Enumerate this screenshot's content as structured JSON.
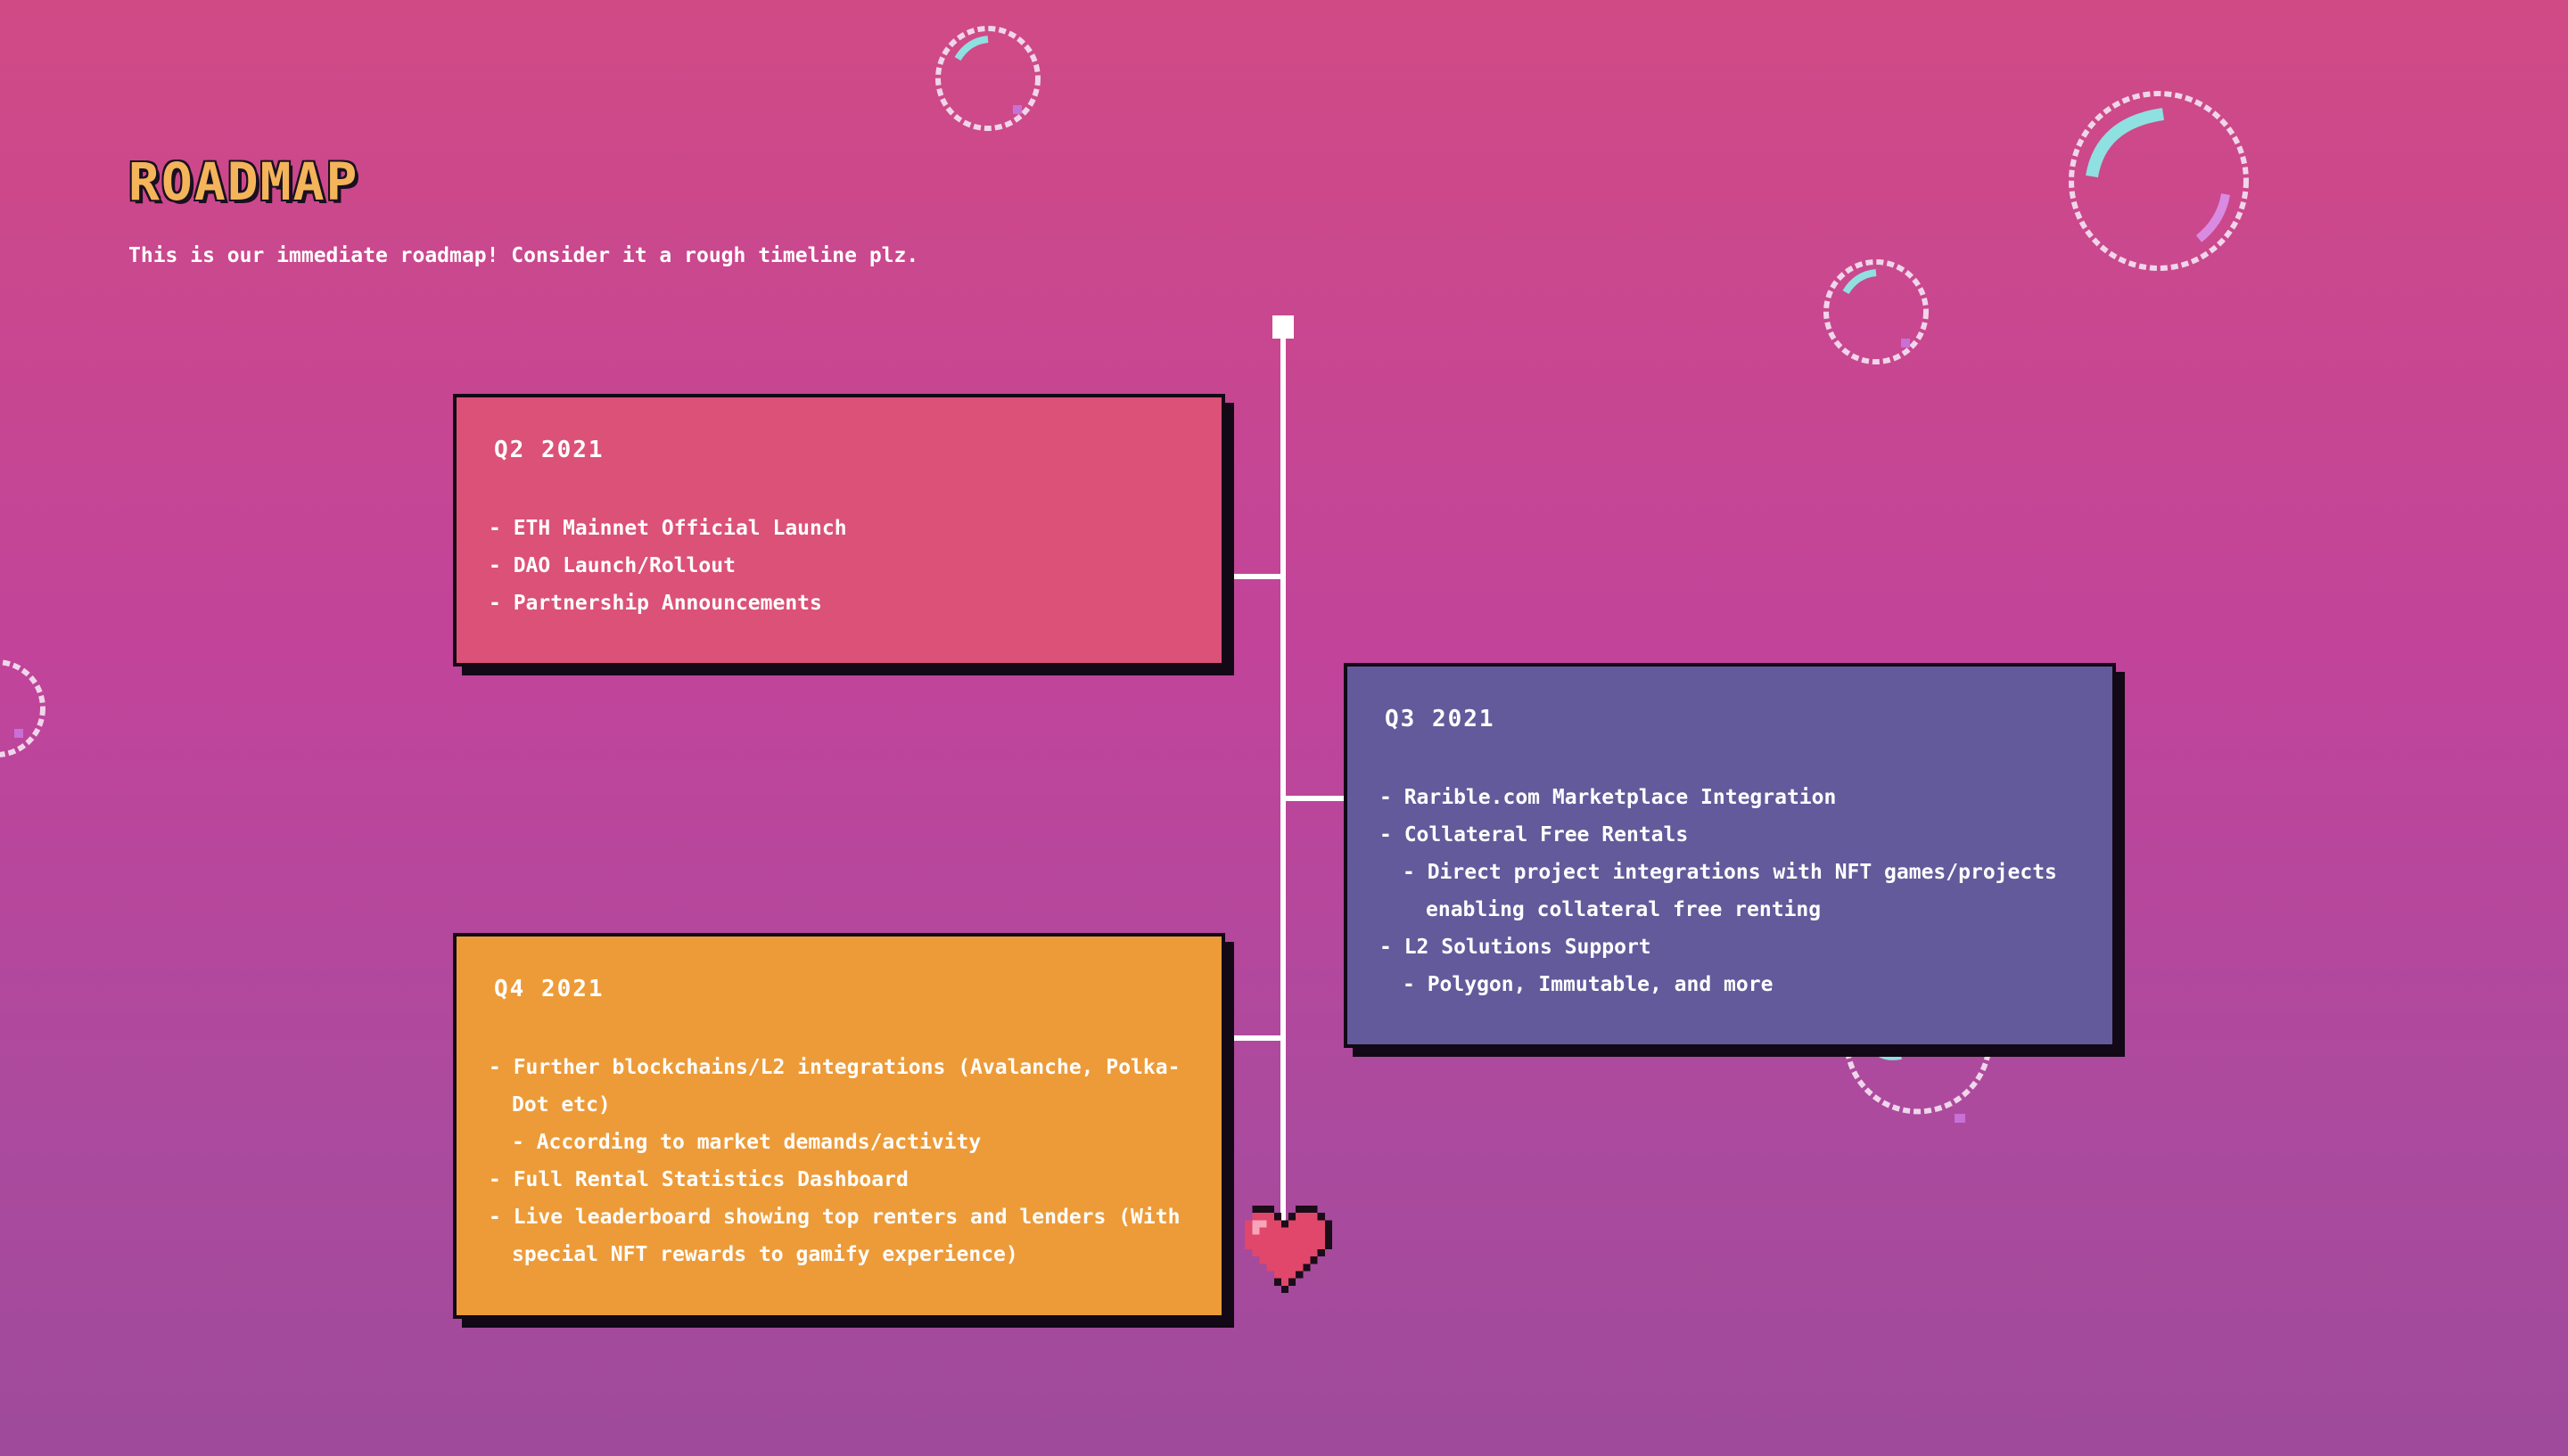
{
  "header": {
    "title": "ROADMAP",
    "subtitle": "This is our immediate roadmap! Consider it a rough timeline plz."
  },
  "roadmap": [
    {
      "quarter": "Q2 2021",
      "color": "#db5177",
      "items": [
        "- ETH Mainnet Official Launch",
        "- DAO Launch/Rollout",
        "- Partnership Announcements"
      ]
    },
    {
      "quarter": "Q3 2021",
      "color": "#635a9b",
      "items": [
        "- Rarible.com Marketplace Integration",
        "- Collateral Free Rentals",
        "- Direct project integrations with NFT games/projects enabling collateral free renting",
        "- L2 Solutions Support",
        "- Polygon, Immutable, and more"
      ]
    },
    {
      "quarter": "Q4 2021",
      "color": "#ed9b38",
      "items": [
        "- Further blockchains/L2 integrations (Avalanche, Polka-Dot etc)",
        "- According to market demands/activity",
        "- Full Rental Statistics Dashboard",
        "- Live leaderboard showing top renters and lenders (With special NFT rewards to gamify experience)"
      ]
    }
  ],
  "decorations": {
    "heart_icon": "pixel-heart-icon",
    "bubble_icon": "pixel-bubble-icon",
    "accent_title_color": "#f4b45a"
  }
}
